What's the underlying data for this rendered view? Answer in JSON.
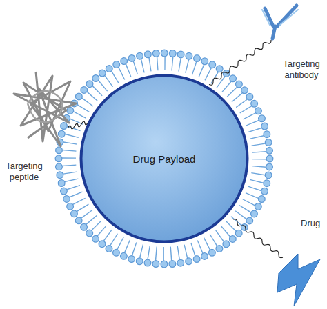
{
  "diagram": {
    "nodes": [
      {
        "text": [
          "Drug Payload"
        ]
      }
    ],
    "labels": [
      "Targeting peptide",
      "Targeting antibody",
      "Drug"
    ]
  }
}
